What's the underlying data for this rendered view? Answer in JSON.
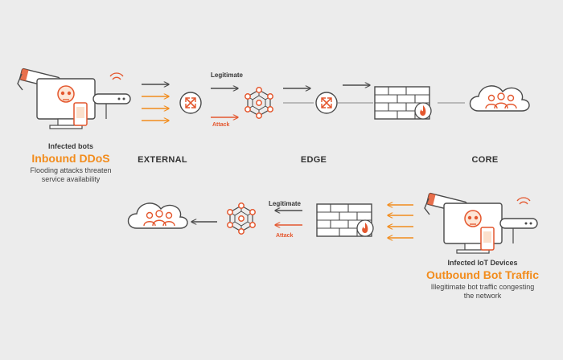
{
  "inbound": {
    "label": "Infected bots",
    "title": "Inbound DDoS",
    "description": "Flooding attacks threaten service availability"
  },
  "zones": {
    "external": "EXTERNAL",
    "edge": "EDGE",
    "core": "CORE"
  },
  "flow_labels": {
    "legitimate": "Legitimate",
    "attack": "Attack"
  },
  "outbound": {
    "label": "Infected IoT Devices",
    "title": "Outbound Bot Traffic",
    "description": "Illegitimate bot traffic congesting the network"
  },
  "colors": {
    "accent": "#f28c1c",
    "attack": "#e4572e",
    "line": "#4a4a4a",
    "background": "#ececec"
  },
  "icons": {
    "bot": "infected-computer-icon",
    "router": "router-icon",
    "mesh": "hexagon-network-icon",
    "firewall": "firewall-icon",
    "cloud": "cloud-users-icon"
  }
}
